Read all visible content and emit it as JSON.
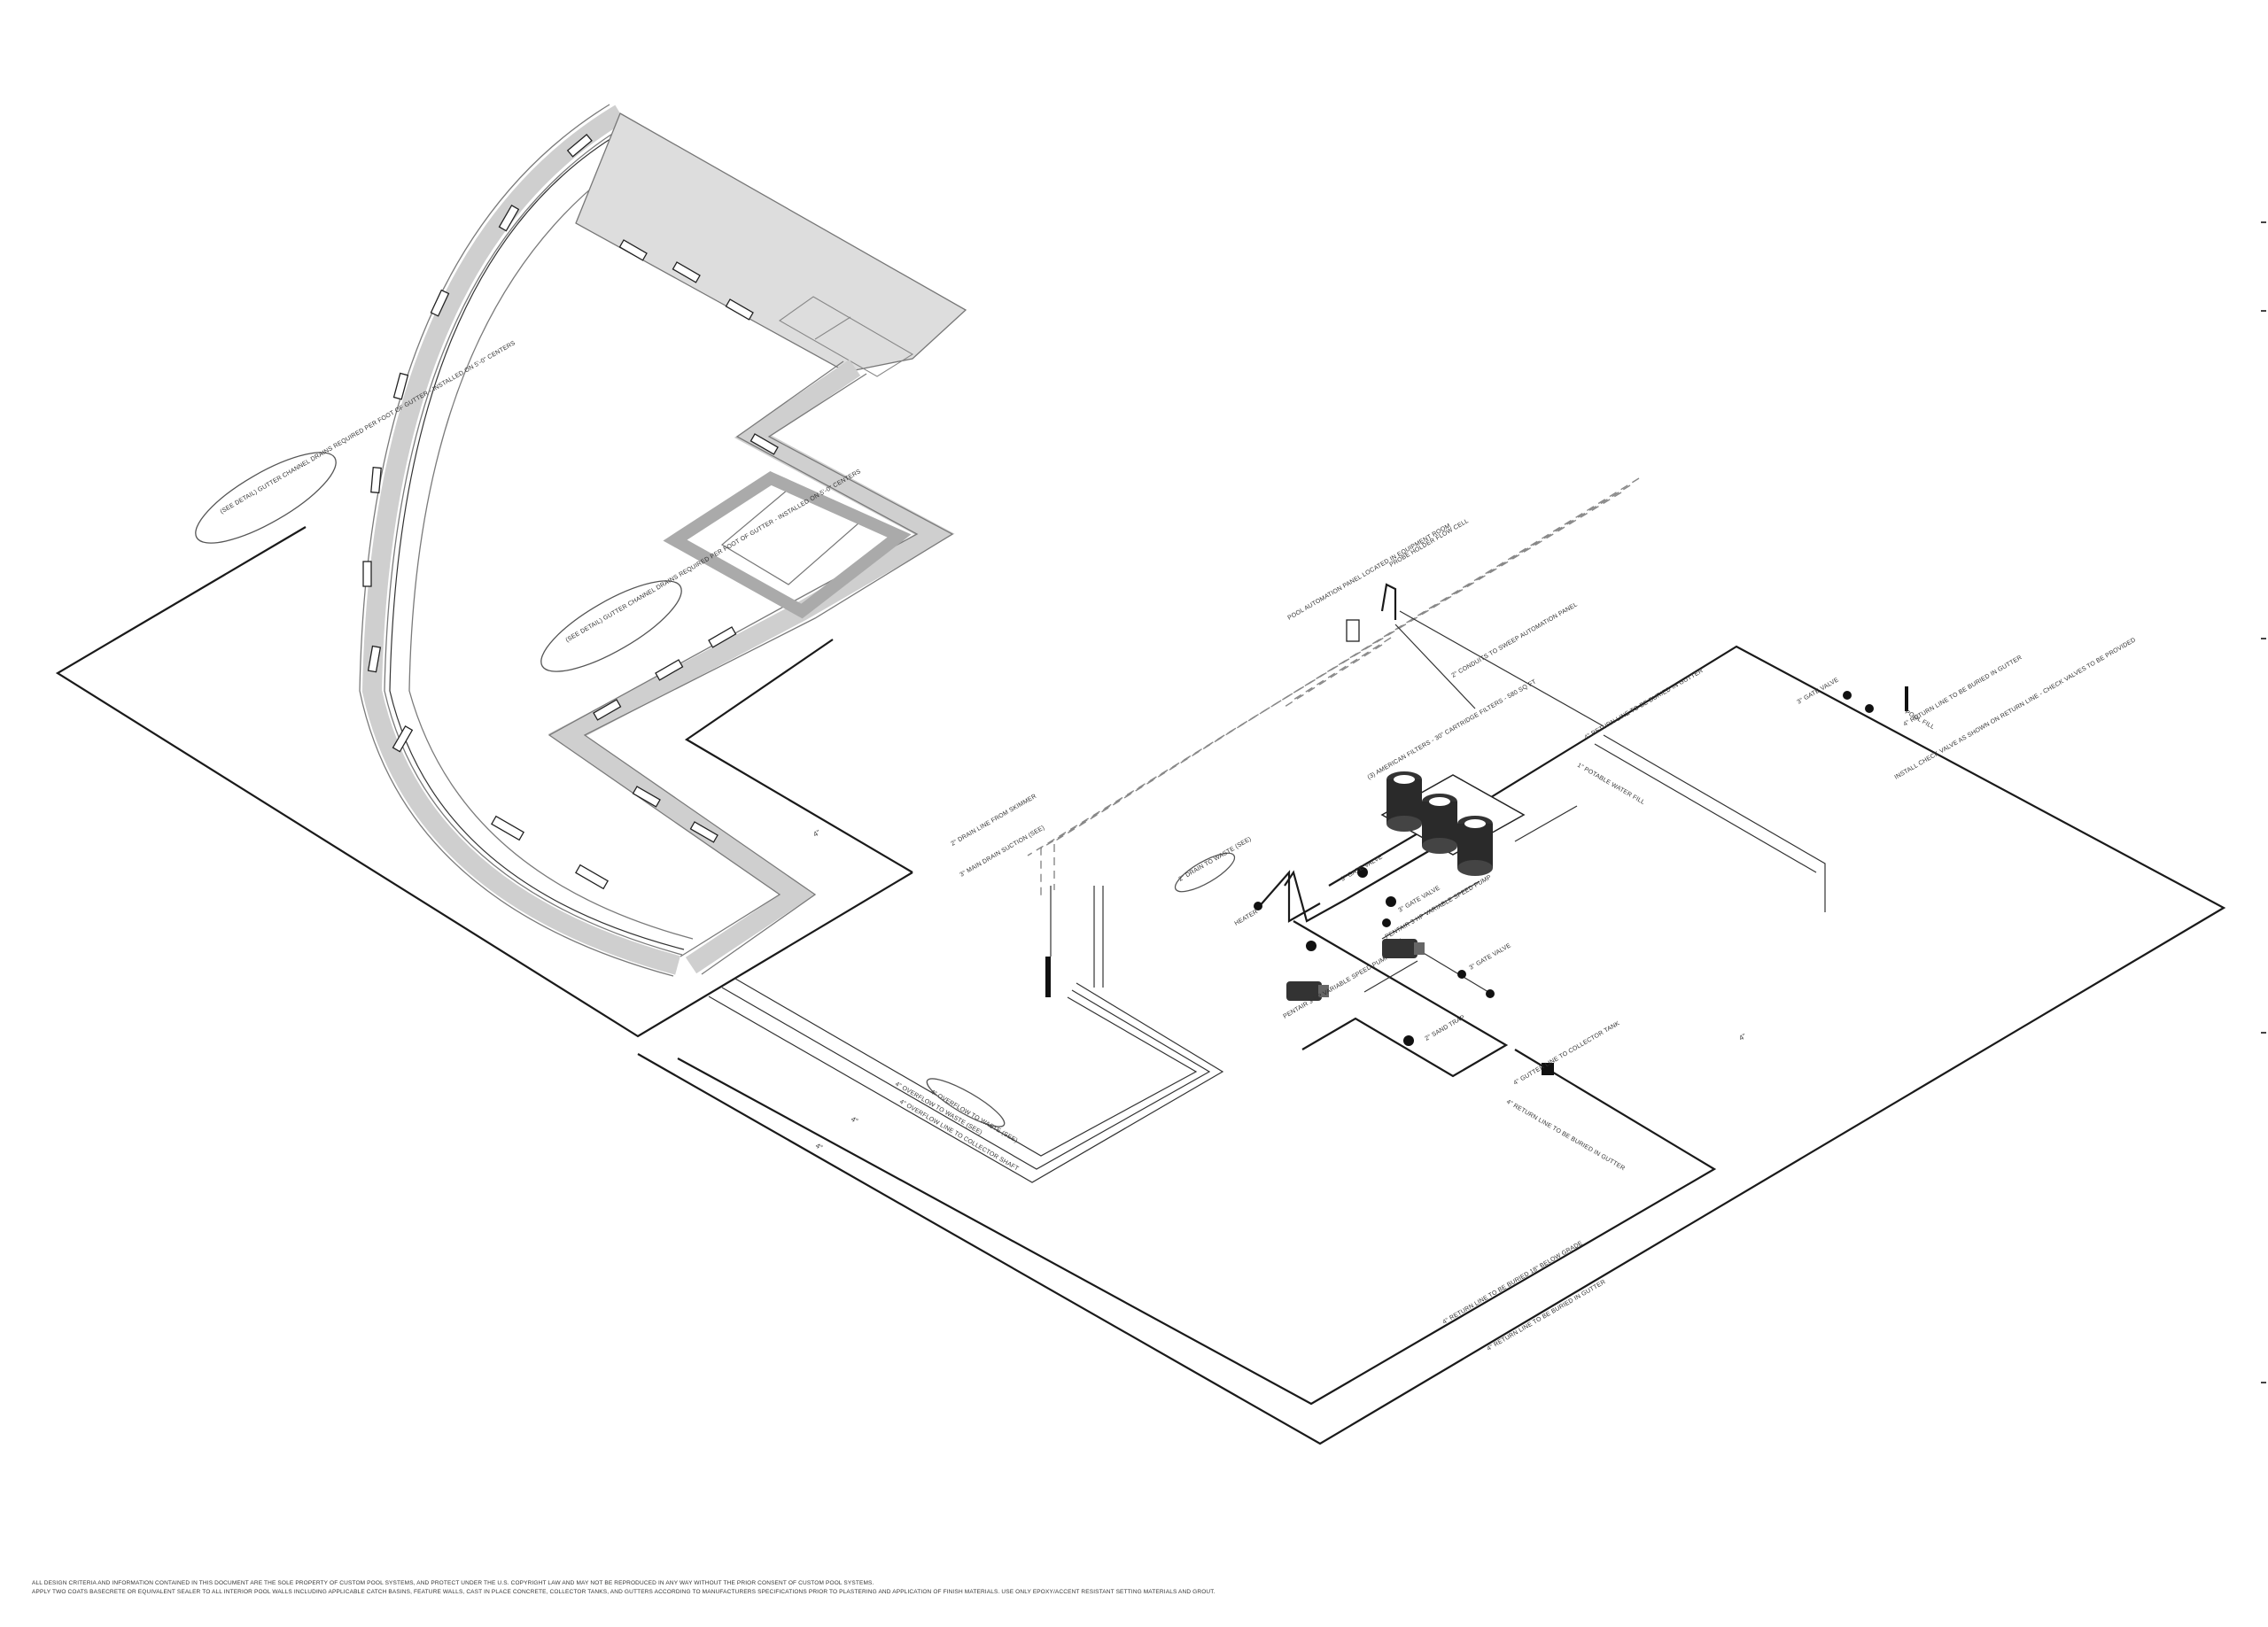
{
  "drawing": {
    "notes_sheet": {
      "line1": "ALL DESIGN CRITERIA AND INFORMATION CONTAINED IN THIS DOCUMENT ARE THE SOLE PROPERTY OF CUSTOM POOL SYSTEMS, AND PROTECT UNDER THE U.S. COPYRIGHT LAW AND MAY NOT BE REPRODUCED IN ANY WAY WITHOUT THE PRIOR CONSENT OF CUSTOM POOL SYSTEMS.",
      "line2": "APPLY TWO COATS BASECRETE OR EQUIVALENT SEALER TO ALL INTERIOR POOL WALLS INCLUDING APPLICABLE CATCH BASINS, FEATURE WALLS, CAST IN PLACE CONCRETE, COLLECTOR TANKS, AND GUTTERS ACCORDING TO MANUFACTURERS SPECIFICATIONS PRIOR TO PLASTERING AND APPLICATION OF FINISH MATERIALS. USE ONLY EPOXY/ACCENT RESISTANT SETTING MATERIALS AND GROUT."
    },
    "clouds": {
      "gutter_a": "(SEE DETAIL) GUTTER CHANNEL DRAINS REQUIRED PER FOOT OF GUTTER - INSTALLED ON 5'-0\" CENTERS",
      "gutter_b": "(SEE DETAIL) GUTTER CHANNEL DRAINS REQUIRED PER FOOT OF GUTTER - INSTALLED ON 5'-0\" CENTERS",
      "sensor": "2\" DRAIN TO WASTE (SEE)",
      "overflow": "4\" OVERFLOW TO WASTE (SEE)"
    },
    "labels": {
      "conduit": "2\" CONDUITS TO SWEEP AUTOMATION PANEL",
      "controller": "POOL AUTOMATION PANEL LOCATED IN EQUIPMENT ROOM",
      "controller2": "PROBE HOLDER FLOW CELL",
      "return_main": "4\" RETURN LINE TO BE BURIED IN GUTTER",
      "return_main2": "4\" RETURN LINE TO BE BURIED IN GUTTER",
      "return_loop": "4\" RETURN LINE TO BE BURIED 18\" BELOW GRADE",
      "potable": "1\" POTABLE WATER FILL",
      "filters": "(3) AMERICAN FILTERS - 30\" CARTRIDGE FILTERS - 580 SQ FT",
      "pool_fill": "POOL FILL",
      "check_valve": "INSTALL CHECK VALVE AS SHOWN ON RETURN LINE - CHECK VALVES TO BE PROVIDED",
      "pump1": "PENTAIR 3 HP VARIABLE SPEED PUMP",
      "pump2": "PENTAIR 3 HP VARIABLE SPEED PUMP",
      "valve_a": "3\" GATE VALVE",
      "valve_b": "3\" GATE VALVE",
      "valve_c": "3\" GATE VALVE",
      "valve_d": "3\" GATE VALVE",
      "heater": "HEATER",
      "sand_trap": "2\" SAND TRAP",
      "skim_a": "2\" DRAIN LINE FROM SKIMMER",
      "skim_b": "3\" MAIN DRAIN SUCTION (SEE)",
      "gutter_return": "4\" GUTTER LINE TO COLLECTOR TANK",
      "gutter_return2": "4\" RETURN LINE TO BE BURIED IN GUTTER",
      "bottom_a": "4\" OVERFLOW TO WASTE (SEE)",
      "bottom_b": "4\" OVERFLOW LINE TO COLLECTOR SHAFT",
      "bottom_c": "4\" RETURN LINE TO BE BURIED IN GUTTER",
      "grade_a": "4\"",
      "grade_b": "4\"",
      "grade_c": "4\"",
      "grade_d": "4\""
    }
  }
}
